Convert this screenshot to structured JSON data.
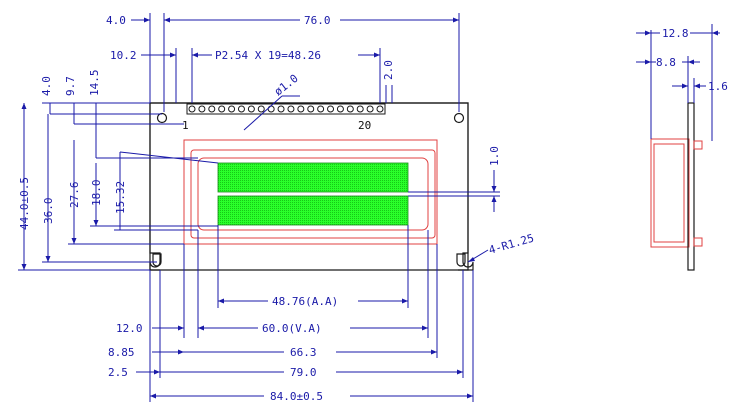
{
  "front_view": {
    "top": {
      "hole_offset": "4.0",
      "hole_pitch": "76.0",
      "pin1_offset": "10.2",
      "pin_pitch": "P2.54 X 19=48.26",
      "pin_diameter": "ø1.0",
      "pin_end_gap": "2.0",
      "pin_first": "1",
      "pin_last": "20"
    },
    "left": {
      "hole_from_top": "4.0",
      "va_top": "9.7",
      "aa_top": "14.5",
      "height": "44.0±0.5",
      "hole_pitch_v": "36.0",
      "va_height": "27.6",
      "bezel_height": "18.0",
      "aa_height": "15.32"
    },
    "right": {
      "row_gap": "1.0",
      "mount_holes": "4-R1.25"
    },
    "bottom": {
      "aa_width": "48.76(A.A)",
      "va_offset": "12.0",
      "va_width": "60.0(V.A)",
      "bezel_offset": "8.85",
      "bezel_width": "66.3",
      "hole_offset": "2.5",
      "hole_pitch": "79.0",
      "overall_width": "84.0±0.5"
    }
  },
  "side_view": {
    "thickness": "12.8",
    "module": "8.8",
    "pcb": "1.6"
  },
  "colors": {
    "dimension": "#1a1aa8",
    "outline": "#1a1a1a",
    "bezel": "#e04040",
    "lcd": "#22ee22"
  }
}
